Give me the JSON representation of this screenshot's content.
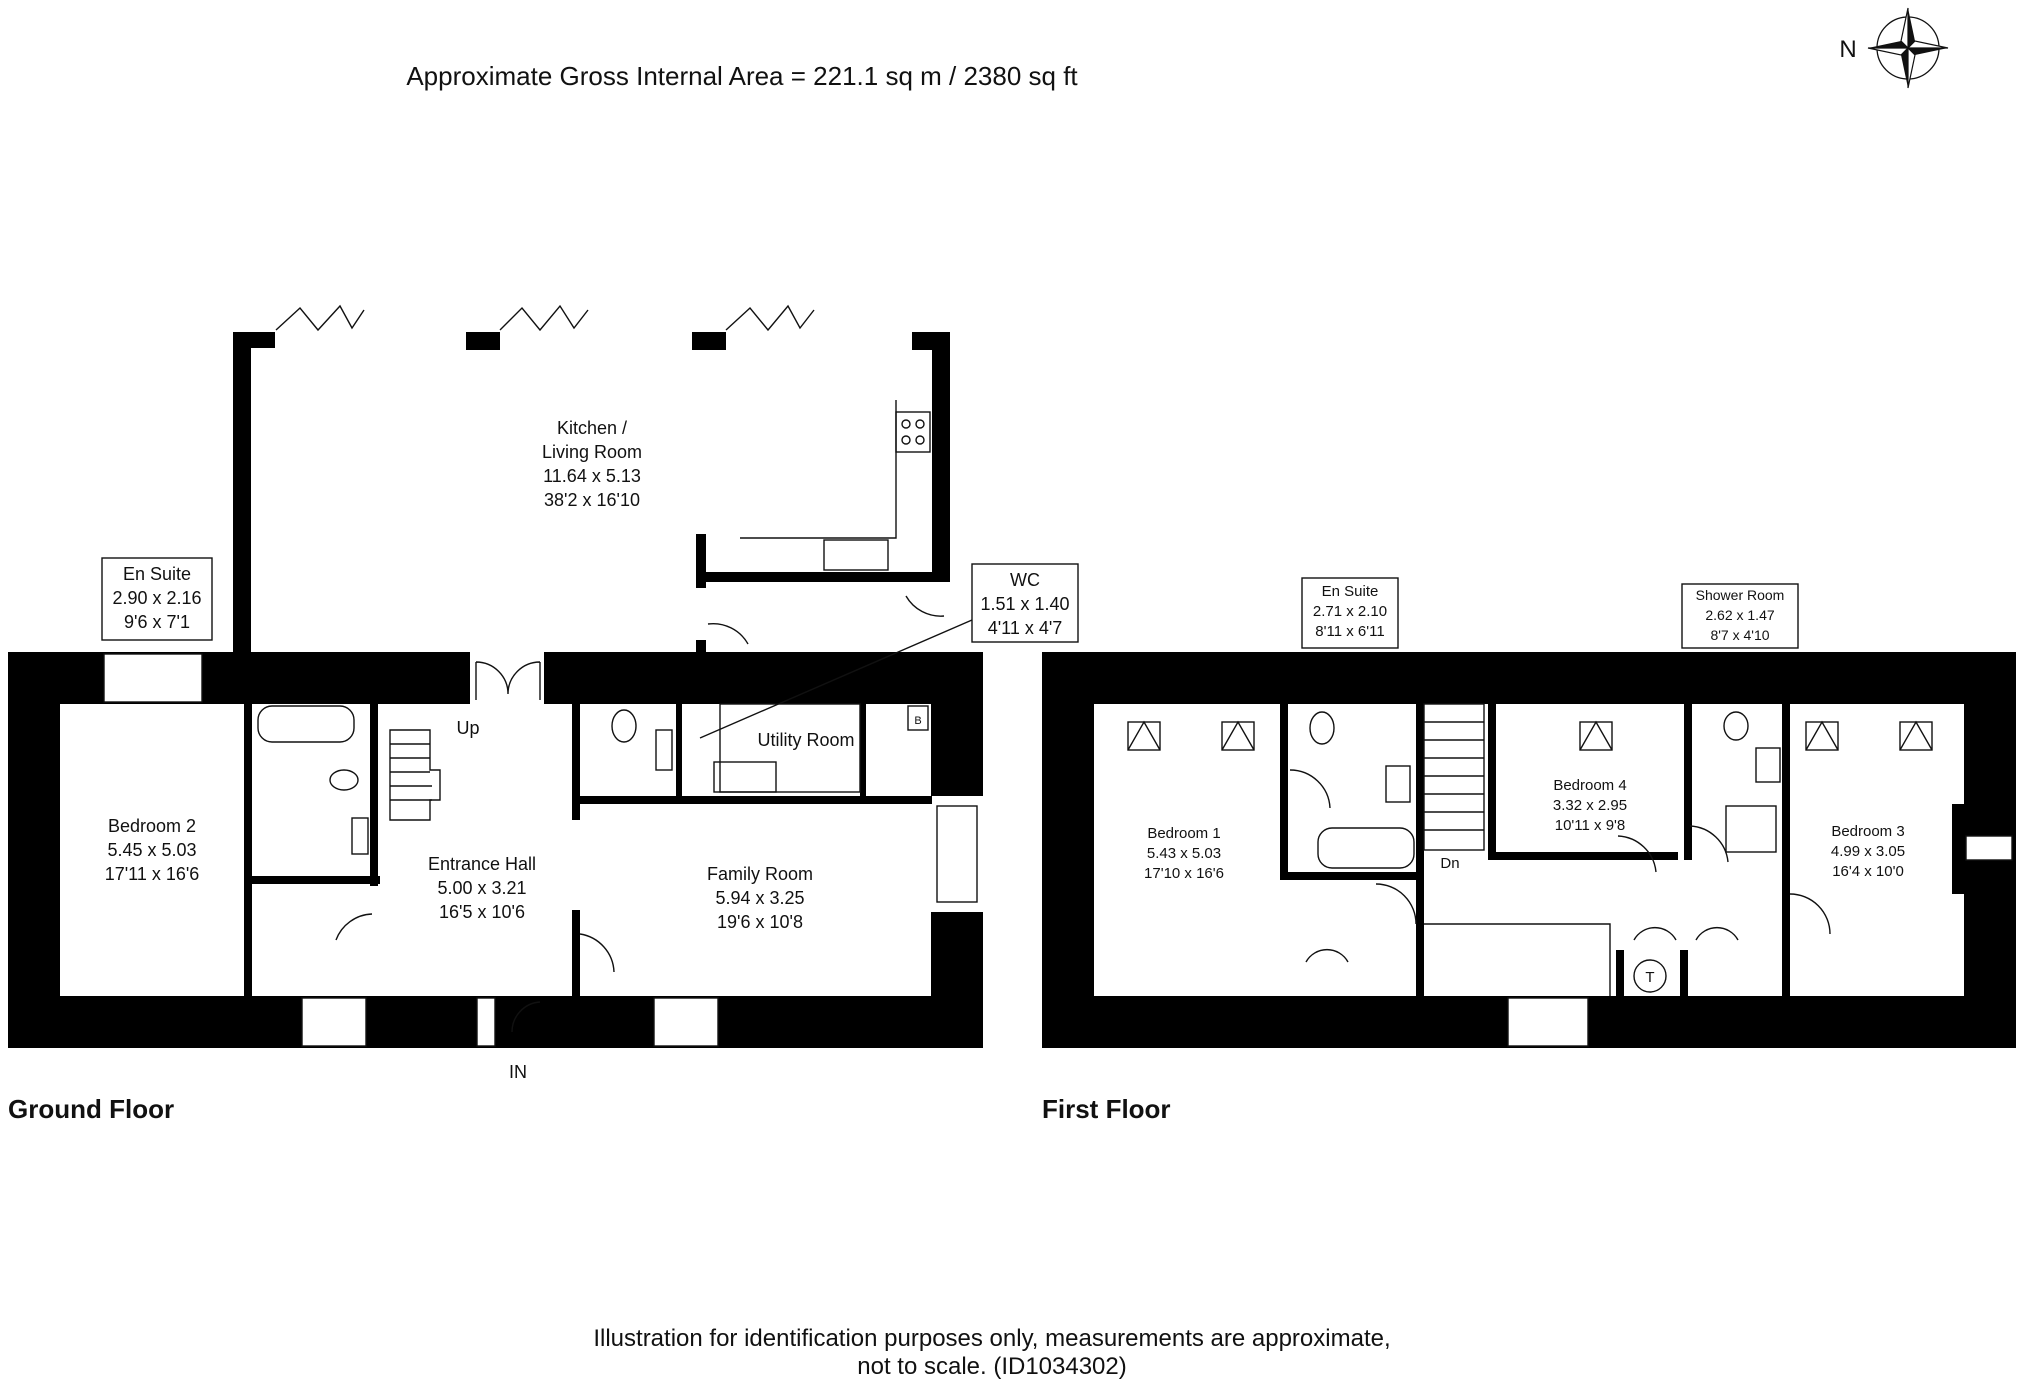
{
  "header": {
    "title": "Approximate Gross Internal Area = 221.1 sq m / 2380 sq ft"
  },
  "compass": {
    "label": "N"
  },
  "footer": {
    "line1": "Illustration for identification purposes only, measurements are approximate,",
    "line2": "not to scale. (ID1034302)"
  },
  "ground_floor": {
    "title": "Ground Floor",
    "kitchen": {
      "name1": "Kitchen /",
      "name2": "Living Room",
      "metric": "11.64 x 5.13",
      "imperial": "38'2 x 16'10"
    },
    "en_suite": {
      "name": "En Suite",
      "metric": "2.90 x 2.16",
      "imperial": "9'6 x 7'1"
    },
    "wc": {
      "name": "WC",
      "metric": "1.51 x 1.40",
      "imperial": "4'11 x 4'7"
    },
    "utility": {
      "name": "Utility Room"
    },
    "bedroom2": {
      "name": "Bedroom 2",
      "metric": "5.45 x 5.03",
      "imperial": "17'11 x 16'6"
    },
    "entrance": {
      "name": "Entrance Hall",
      "metric": "5.00 x 3.21",
      "imperial": "16'5 x 10'6"
    },
    "family": {
      "name": "Family Room",
      "metric": "5.94 x 3.25",
      "imperial": "19'6 x 10'8"
    },
    "stairs_label": "Up",
    "boiler_label": "B",
    "entry_label": "IN"
  },
  "first_floor": {
    "title": "First Floor",
    "en_suite": {
      "name": "En Suite",
      "metric": "2.71 x 2.10",
      "imperial": "8'11 x 6'11"
    },
    "shower": {
      "name": "Shower Room",
      "metric": "2.62 x 1.47",
      "imperial": "8'7 x 4'10"
    },
    "bedroom1": {
      "name": "Bedroom 1",
      "metric": "5.43 x 5.03",
      "imperial": "17'10 x 16'6"
    },
    "bedroom4": {
      "name": "Bedroom 4",
      "metric": "3.32 x 2.95",
      "imperial": "10'11 x 9'8"
    },
    "bedroom3": {
      "name": "Bedroom 3",
      "metric": "4.99 x 3.05",
      "imperial": "16'4 x 10'0"
    },
    "stairs_label": "Dn",
    "tank_label": "T"
  }
}
